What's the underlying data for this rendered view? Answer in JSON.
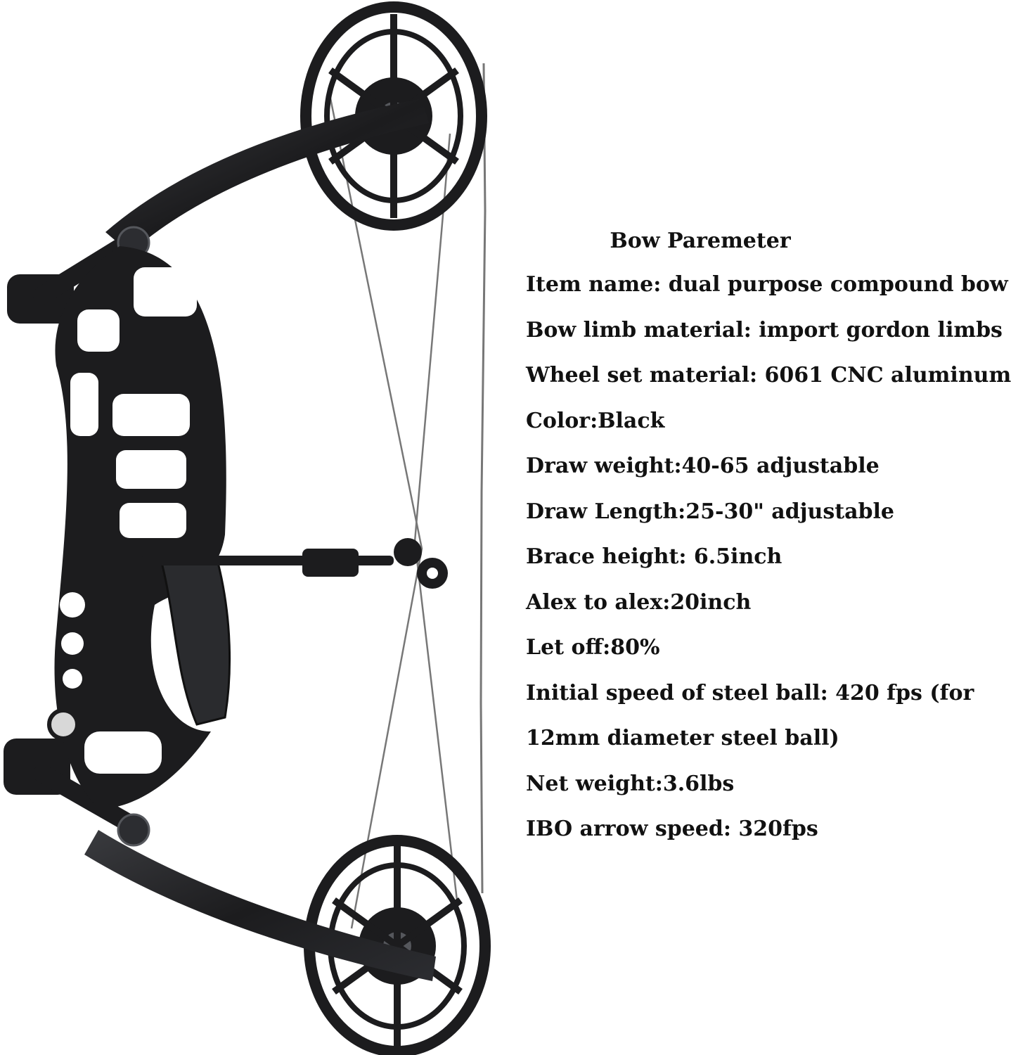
{
  "spec": {
    "title": "Bow Paremeter",
    "lines": [
      "Item name: dual purpose compound bow",
      "Bow limb material: import gordon limbs",
      "Wheel set material: 6061 CNC aluminum",
      "Color:Black",
      "Draw weight:40-65 adjustable",
      "Draw Length:25-30\" adjustable",
      "Brace height: 6.5inch",
      "Alex to alex:20inch",
      "Let off:80%",
      "Initial speed of steel ball: 420 fps (for",
      "12mm diameter steel ball)",
      "Net weight:3.6lbs",
      "IBO arrow speed: 320fps"
    ]
  },
  "figure": {
    "subject": "compound-bow-product-photo",
    "colors": {
      "bow": "#1c1c1e",
      "bow_highlight": "#55575c",
      "string": "#7a7a7a",
      "background": "#ffffff"
    }
  }
}
